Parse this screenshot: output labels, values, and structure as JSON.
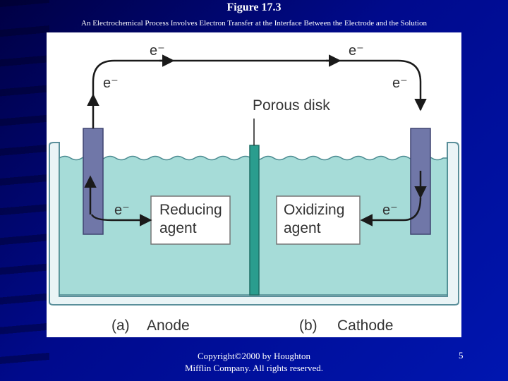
{
  "slide": {
    "title": "Figure 17.3",
    "subtitle": "An Electrochemical Process Involves Electron Transfer at the Interface Between the Electrode and the Solution",
    "copyright_line1": "Copyright©2000 by Houghton",
    "copyright_line2": "Mifflin Company. All rights reserved.",
    "page_number": "5"
  },
  "diagram": {
    "electron_label": "e⁻",
    "porous_disk_label": "Porous disk",
    "left_box": {
      "line1": "Reducing",
      "line2": "agent"
    },
    "right_box": {
      "line1": "Oxidizing",
      "line2": "agent"
    },
    "left_caption": {
      "letter": "(a)",
      "name": "Anode"
    },
    "right_caption": {
      "letter": "(b)",
      "name": "Cathode"
    }
  },
  "colors": {
    "solution": "#a6dcd8",
    "electrode": "#7077a8",
    "porous_disk": "#2a9d8e",
    "container_edge": "#5a8f9a",
    "arrow": "#1a1a1a"
  }
}
